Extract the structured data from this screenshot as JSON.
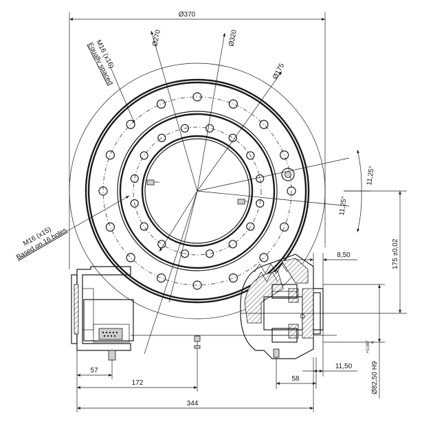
{
  "dimensions": {
    "d370": "Ø370",
    "d270": "Ø270",
    "d320": "Ø320",
    "d175": "Ø175",
    "w344": "344",
    "w172": "172",
    "w57": "57",
    "w58": "58",
    "w8_50": "8,50",
    "w11_50": "11,50",
    "h175": "175 ±0,02",
    "d82_50": "Ø82,50 H9",
    "d82_50_tol_top": "+0,087",
    "d82_50_tol_bot": "0",
    "ang1": "11,25°",
    "ang2": "11,25°"
  },
  "notes": {
    "outer_holes_line1": "M16 (x16)",
    "outer_holes_line2": "Equally spaced",
    "inner_holes_line1": "M16 (x15)",
    "inner_holes_line2": "Based on 16 holes"
  },
  "colors": {
    "line": "#1a1a1a",
    "background": "#ffffff"
  }
}
